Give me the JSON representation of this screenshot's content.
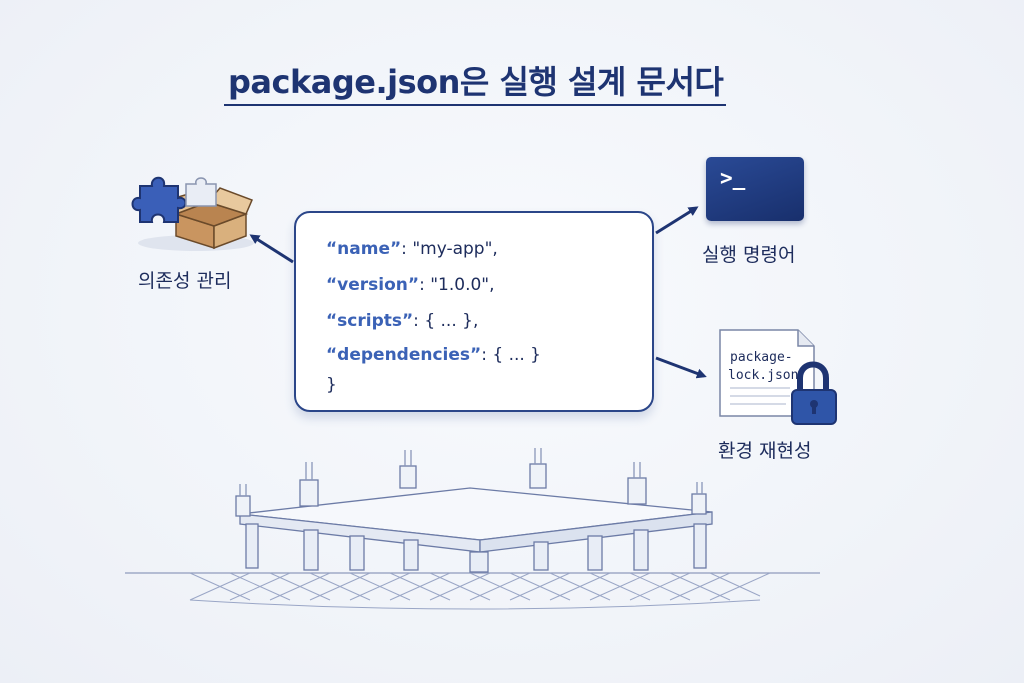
{
  "title": "package.json은 실행 설계 문서다",
  "code": {
    "lines": [
      {
        "key": "“name”",
        "sep": ": ",
        "value": "\"my-app\","
      },
      {
        "key": "“version”",
        "sep": ": ",
        "value": "\"1.0.0\","
      },
      {
        "key": "“scripts”",
        "sep": ": ",
        "value": "{ ... },"
      },
      {
        "key": "“dependencies”",
        "sep": ": ",
        "value": "{ ... }"
      }
    ],
    "closing": "}"
  },
  "labels": {
    "dependency": "의존성 관리",
    "run": "실행 명령어",
    "reproduce": "환경 재현성"
  },
  "terminal": {
    "prompt": ">_"
  },
  "lockfile": {
    "line1": "package-",
    "line2": "lock.json"
  },
  "colors": {
    "primary": "#1e3472",
    "key_blue": "#3b62b6",
    "background": "#f1f4f9",
    "box_tan": "#d9b07d"
  },
  "icons": [
    "puzzle-icon",
    "box-icon",
    "terminal-icon",
    "document-icon",
    "lock-icon",
    "building-foundation-icon"
  ]
}
